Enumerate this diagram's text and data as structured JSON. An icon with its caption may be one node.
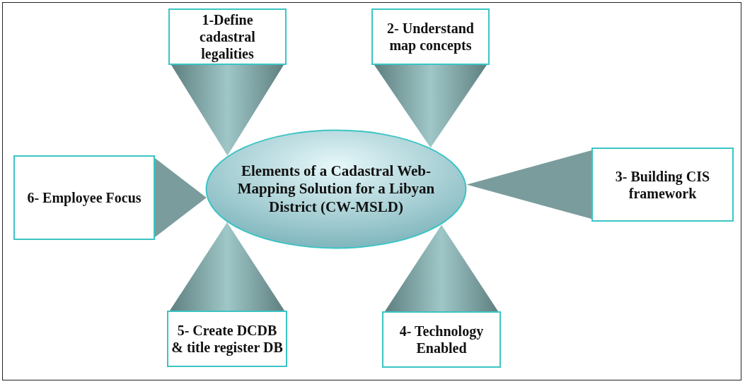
{
  "diagram": {
    "nodes": [
      {
        "text": [
          "1-Define cadastral legalities"
        ]
      },
      {
        "text": [
          "2- Understand map concepts"
        ]
      },
      {
        "text": [
          "3- Building CIS framework"
        ]
      },
      {
        "text": [
          "4- Technology Enabled"
        ]
      },
      {
        "text": [
          "5- Create DCDB & title register DB"
        ]
      },
      {
        "text": [
          "6- Employee Focus"
        ]
      },
      {
        "text": [
          "Elements of a Cadastral Web-Mapping Solution for a Libyan District (CW-MSLD)"
        ]
      }
    ],
    "edges": [
      {
        "from": 0,
        "to": 6,
        "arrow": "to"
      },
      {
        "from": 1,
        "to": 6,
        "arrow": "to"
      },
      {
        "from": 2,
        "to": 6,
        "arrow": "to"
      },
      {
        "from": 3,
        "to": 6,
        "arrow": "to"
      },
      {
        "from": 4,
        "to": 6,
        "arrow": "to"
      },
      {
        "from": 5,
        "to": 6,
        "arrow": "to"
      }
    ]
  }
}
